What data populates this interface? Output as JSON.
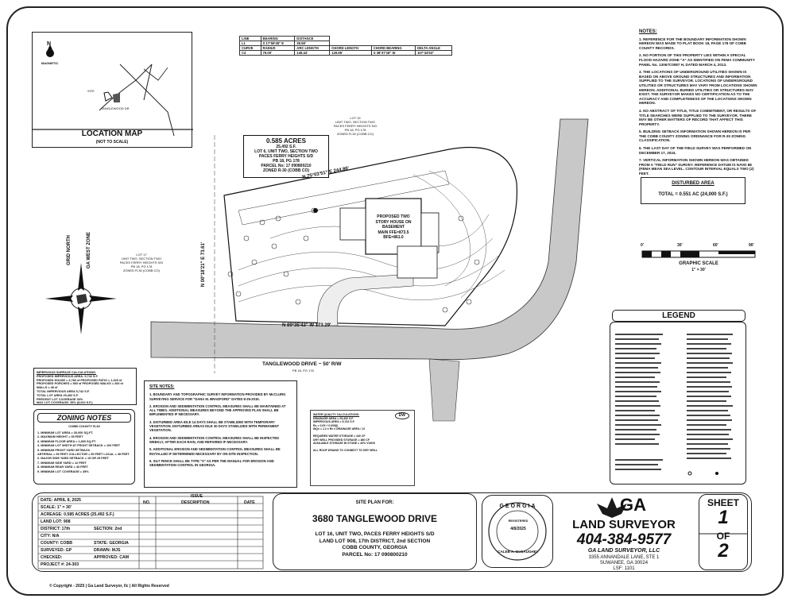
{
  "location_map": {
    "north_label": "N",
    "magnetic_label": "MAGNETIC",
    "site_label": "SITE",
    "road_label": "TANGLEWOOD DR",
    "title": "LOCATION MAP",
    "subtitle": "(NOT TO SCALE)"
  },
  "line_curve_table": {
    "header1": [
      "LINE",
      "BEARING",
      "DISTANCE"
    ],
    "row1": [
      "L1",
      "S 17°59'45\" E",
      "38.58'"
    ],
    "header2": [
      "CURVE",
      "RADIUS",
      "ARC LENGTH",
      "CHORD LENGTH",
      "CHORD BEARING",
      "DELTA ANGLE"
    ],
    "row2": [
      "C4",
      "79.00'",
      "146.44'",
      "126.95'",
      "S 38°37'18\" W",
      "107°34'53\""
    ]
  },
  "notes": {
    "title": "NOTES:",
    "items": [
      "1. REFERENCE FOR THE BOUNDARY INFORMATION SHOWN HEREON WAS MADE TO PLAT BOOK 18, PAGE 178 OF COBB COUNTY RECORDS.",
      "2. NO PORTION OF THIS PROPERTY LIES WITHIN A SPECIAL FLOOD HAZARD ZONE \"A\" AS IDENTIFIED ON FEMA COMMUNITY PANEL No. 13067C0087 H, DATED MARCH 4, 2013.",
      "3. THE LOCATIONS OF UNDERGROUND UTILITIES SHOWN IS BASED ON ABOVE GROUND STRUCTURES AND INFORMATION SUPPLIED TO THE SURVEYOR. LOCATIONS OF UNDERGROUND UTILITIES OR STRUCTURES MAY VARY FROM LOCATIONS SHOWN HEREON. ADDITIONAL BURIED UTILITIES OR STRUCTURES MAY EXIST. THE SURVEYOR MAKES NO CERTIFICATION AS TO THE ACCURACY AND COMPLETENESS OF THE LOCATIONS SHOWN HEREON.",
      "4. NO ABSTRACT OF TITLE, TITLE COMMITMENT, OR RESULTS OF TITLE SEARCHES WERE SUPPLIED TO THE SURVEYOR. THERE MAY BE OTHER MATTERS OF RECORD THAT AFFECT THIS PROPERTY.",
      "5. BUILDING SETBACK INFORMATION SHOWN HEREON IS PER THE COBB COUNTY ZONING ORDINANCE FOR R-30 ZONING CLASSIFICATION.",
      "6. THE LAST DAY OF THE FIELD SURVEY WAS PERFORMED ON DECEMBER 17, 2024.",
      "7. VERTICAL INFORMATION SHOWN HEREON WAS OBTAINED FROM A \"FIELD RUN\" SURVEY. REFERENCE DATUM IS NAVD 88 (FEMA MEAN SEA LEVEL. CONTOUR INTERVAL EQUALS TWO (2) FEET."
    ]
  },
  "disturbed_area": {
    "title": "DISTURBED AREA",
    "value": "TOTAL = 0.551 AC (24,000 S.F.)"
  },
  "graphic_scale": {
    "ticks": [
      "0'",
      "30'",
      "60'",
      "90'"
    ],
    "title": "GRAPHIC SCALE",
    "ratio": "1\" = 30'"
  },
  "legend": {
    "title": "LEGEND"
  },
  "plan": {
    "lot_box_lines": [
      "0.585 ACRES",
      "25,492 S.F.",
      "LOT 6, UNIT TWO, SECTION TWO",
      "PACES FERRY HEIGHTS S/D",
      "PB 18, PG 178",
      "PARCEL No: 17 090800210",
      "ZONED R-30 (COBB CO)"
    ],
    "lot15": [
      "LOT 15",
      "UNIT TWO, SECTION TWO",
      "PACES FERRY HEIGHTS S/D",
      "PB 18, PG 178",
      "ZONED R-30 (COBB CO)"
    ],
    "lot17": [
      "LOT 17",
      "UNIT TWO, SECTION TWO",
      "PACES FERRY HEIGHTS S/D",
      "PB 18, PG 178",
      "ZONED R-30 (COBB CO)"
    ],
    "house": [
      "PROPOSED TWO",
      "STORY HOUSE ON",
      "BASEMENT",
      "MAIN FFE=873.5",
      "BFE=861.0"
    ],
    "bearing_top": "N 75°03'51\" E  244.86'",
    "bearing_bottom": "N 89°35'43\" W  173.29'",
    "bearing_left": "N 00°18'21\" E  73.61'",
    "road": "TANGLEWOOD DRIVE ~ 50' R/W",
    "road_ref": "PB 18, PG 178",
    "grid_north": "GRID NORTH",
    "west_zone": "GA WEST ZONE"
  },
  "impervious": {
    "title": "IMPERVIOUS SURFACE CALCULATIONS:",
    "lines": [
      "PROPOSED IMPERVIOUS AREA: 9,742 S.F.",
      "PROPOSED HOUSE = 3,780 sf   PROPOSED PATIO = 1,320 sf",
      "PROPOSED PORCHES = 560 sf  PROPOSED WALKS = 260 sf  WALLS = 48 sf",
      "TOTAL IMPERVIOUS AREA 5,742 S.F.",
      "TOTAL LOT AREA 25,492 S.F.",
      "PERCENT LOT COVERAGE 30%",
      "MAX LOT COVERAGE: 35% (8,922 S.F.)"
    ]
  },
  "zoning": {
    "title": "ZONING NOTES",
    "subtitle": "COBB COUNTY R-30",
    "lines": [
      "1. MINIMUM LOT AREA = 30,000 SQ.FT.",
      "2. MAXIMUM HEIGHT = 35 FEET",
      "3. MINIMUM FLOOR AREA = 1,800 SQ.FT.",
      "4. MINIMUM LOT WIDTH AT FRONT SETBACK = 100 FEET",
      "5. MINIMUM FRONT YARD SETBACK",
      "   ARTERIAL = 50 FEET COLLECTOR = 50 FEET LOCAL = 45 FEET",
      "6. MAJOR SIDE YARD SETBACK = 15 OR 25 FEET",
      "7. MINIMUM SIDE YARD = 12 FEET",
      "8. MINIMUM REAR YARD = 40 FEET",
      "9. MINIMUM LOT COVERAGE = 35%"
    ]
  },
  "site_notes": {
    "title": "SITE NOTES:",
    "items": [
      "1. BOUNDARY AND TOPOGRAPHIC SURVEY INFORMATION PROVIDED BY McCLURG SURVEYING SERVICE FOR \"DANA M. BRADFORD\" DATED 8-25-2015.",
      "2. EROSION AND SEDIMENTATION CONTROL MEASURES SHALL BE MAINTAINED AT ALL TIMES. ADDITIONAL MEASURES BEYOND THE APPROVED PLAN SHALL BE IMPLEMENTED IF NECESSARY.",
      "3. DISTURBED AREA IDLE 14 DAYS SHALL BE STABILIZED WITH TEMPORARY VEGETATION. DISTURBED AREAS IDLE 30 DAYS STABILIZED WITH PERMANENT VEGETATION.",
      "4. EROSION AND SEDIMENTATION CONTROL MEASURES SHALL BE INSPECTED WEEKLY, AFTER EACH RAIN, AND REPAIRED IF NECESSARY.",
      "5. ADDITIONAL EROSION AND SEDIMENTATION CONTROL MEASURES SHALL BE INSTALLED IF DETERMINED NECESSARY BY ON-SITE INSPECTION.",
      "6. SILT FENCE SHALL BE TYPE \"S\" AS PER THE MANUAL FOR EROSION AND SEDIMENTATION CONTROL IN GEORGIA."
    ]
  },
  "water_quality": {
    "title": "WATER QUALITY CALCULATIONS:",
    "badge": "DW",
    "lines": [
      "DRAINAGE AREA = 25,492 S.F.",
      "IMPERVIOUS AREA = 5,742 S.F.",
      "Rv = 0.05 + 0.009(I)",
      "WQv = 1.2 x Rv x DRAINAGE AREA / 12",
      "REQUIRED WATER STORAGE = 440 CF",
      "DRY WELL PROVIDED STORAGE = 480 CF",
      "AVAILABLE STORAGE IN STONE = 40% VOIDS",
      "ALL ROOF DRAINS TO CONNECT TO DRY WELL"
    ]
  },
  "title_block": {
    "date": "DATE:  APRIL 8, 2025",
    "scale": "SCALE:   1\" = 30'",
    "acreage": "ACREAGE:   0.585 ACRES (25,492 S.F.)",
    "land_lot": "LAND LOT:  908",
    "district": "DISTRICT:  17th",
    "section": "SECTION: 2nd",
    "city": "CITY:  N/A",
    "county": "COUNTY: COBB",
    "state": "STATE: GEORGIA",
    "surveyed": "SURVEYED:   GP",
    "drawn": "DRAWN:  MJS",
    "checked": "CHECKED:",
    "approved": "APPROVED:  CAM",
    "project": "PROJECT #:  24-303",
    "issue": "ISSUE",
    "col_no": "NO.",
    "col_desc": "DESCRIPTION",
    "col_date": "DATE"
  },
  "site_plan": {
    "label": "SITE PLAN FOR:",
    "address": "3680 TANGLEWOOD DRIVE",
    "lines": [
      "LOT 16, UNIT TWO, PACES FERRY HEIGHTS S/D",
      "LAND LOT 908, 17th DISTRICT, 2nd SECTION",
      "COBB COUNTY, GEORGIA",
      "PARCEL No: 17 090800210"
    ]
  },
  "seal": {
    "top": "GEORGIA",
    "name": "CALEB A. McGAUGHEY",
    "date": "4/8/2025",
    "bottom": "REGISTERED"
  },
  "company": {
    "logo_text": "GA",
    "name": "LAND SURVEYOR",
    "phone": "404-384-9577",
    "llc": "GA LAND SURVEYOR, LLC",
    "address1": "3355 ANNANDALE LANE, STE 1",
    "address2": "SUWANEE, GA 30024",
    "lsf": "LSF: 1101",
    "leaf_color": "#1a1a1a"
  },
  "sheet": {
    "label": "SHEET",
    "num": "1",
    "of": "OF",
    "total": "2"
  },
  "copyright": "© Copyright - 2025 | Ga Land Surveyor, llc | All Rights Reserved"
}
